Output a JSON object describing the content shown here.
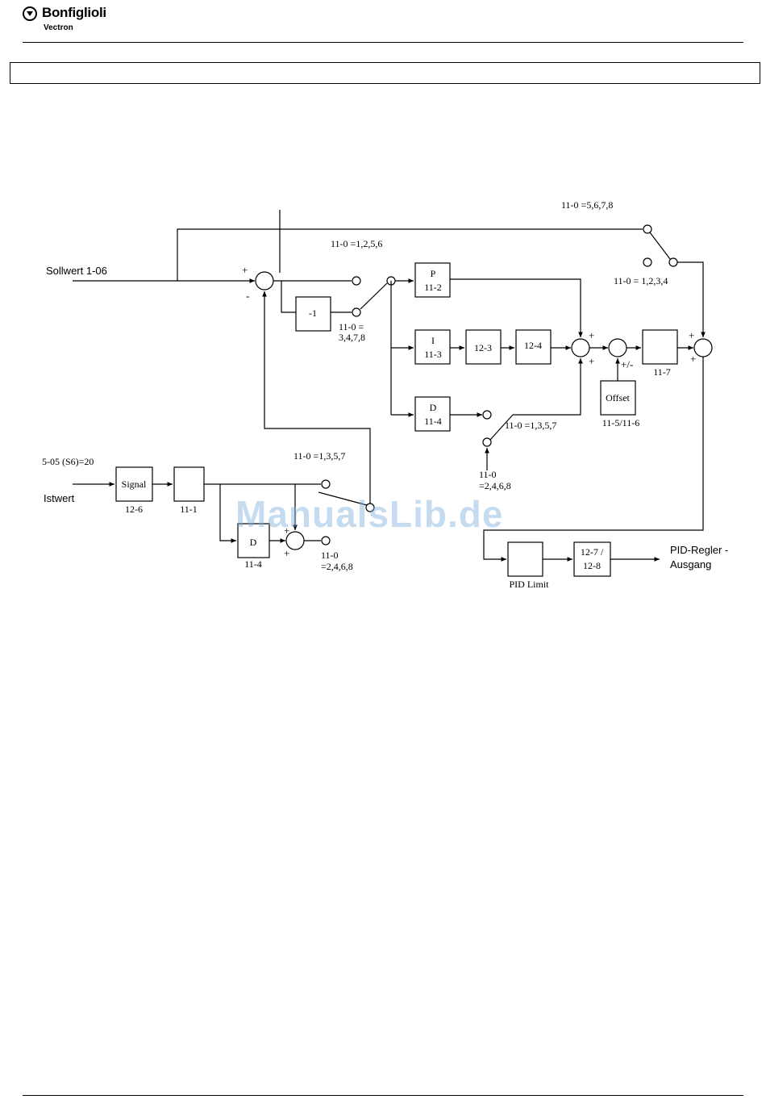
{
  "header": {
    "brand": "Bonfiglioli",
    "sub_brand": "Vectron"
  },
  "watermark": "ManualsLib.de",
  "diagram": {
    "inputs": {
      "setpoint": "Sollwert 1-06",
      "actual": "Istwert",
      "actual_source": "5-05 (S6)=20"
    },
    "blocks": {
      "inv": "-1",
      "p_title": "P",
      "p_num": "11-2",
      "i_title": "I",
      "i_num": "11-3",
      "blk_12_3": "12-3",
      "blk_12_4": "12-4",
      "d_title": "D",
      "d_num": "11-4",
      "blk_11_7": "11-7",
      "offset": "Offset",
      "offset_num": "11-5/11-6",
      "signal": "Signal",
      "signal_num": "12-6",
      "blk_11_1": "11-1",
      "d2_title": "D",
      "d2_num": "11-4",
      "pid_limit": "PID Limit",
      "out_a": "12-7 /",
      "out_b": "12-8"
    },
    "conditions": {
      "c_5678": "11-0 =5,6,7,8",
      "c_1256": "11-0 =1,2,5,6",
      "c_1234": "11-0 = 1,2,3,4",
      "c_3478_a": "11-0 =",
      "c_3478_b": "3,4,7,8",
      "c_1357_a": "11-0 =1,3,5,7",
      "c_2468_a": "11-0",
      "c_2468_b": "=2,4,6,8",
      "c_1357_b": "11-0 =1,3,5,7",
      "c_2468_c": "11-0",
      "c_2468_d": "=2,4,6,8"
    },
    "signs": {
      "plus": "+",
      "minus": "-",
      "pm": "+/-"
    },
    "output": {
      "line1": "PID-Regler -",
      "line2": "Ausgang"
    }
  }
}
